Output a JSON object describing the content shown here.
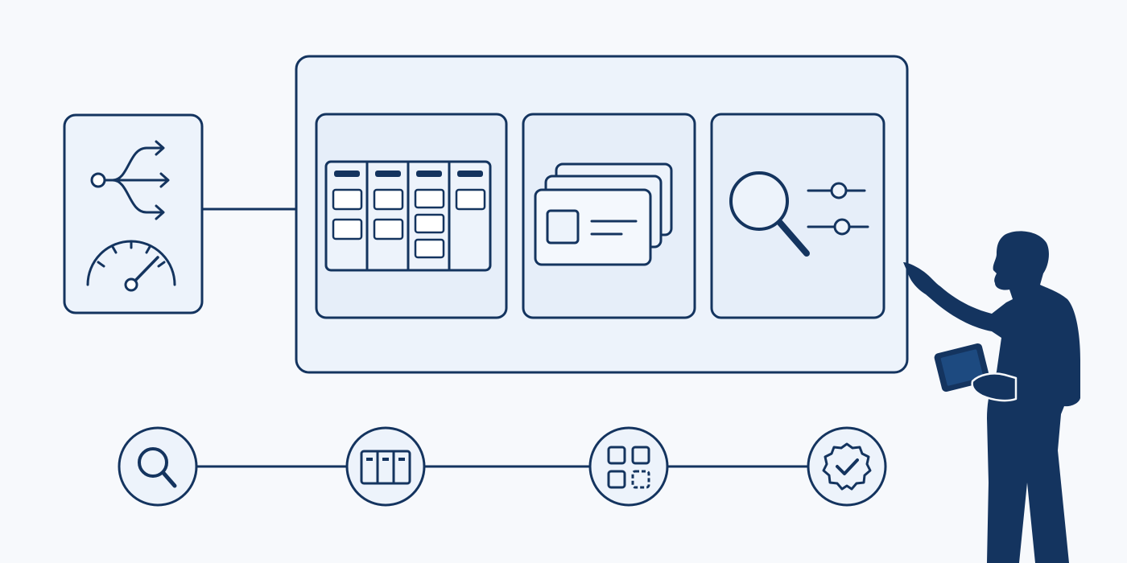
{
  "colors": {
    "ink": "#14345f",
    "panel_fill": "#edf3fb",
    "card_fill": "#e6eef9",
    "background": "#f7f9fc",
    "white": "#ffffff"
  },
  "left_card": {
    "icons": [
      "branching-arrows-icon",
      "speedometer-gauge-icon"
    ]
  },
  "main_panel": {
    "tiles": [
      {
        "name": "kanban-board",
        "icon": "kanban-board-icon",
        "columns": 4,
        "cards_per_column": [
          2,
          2,
          3,
          1
        ]
      },
      {
        "name": "stacked-cards",
        "icon": "stacked-cards-icon",
        "layers": 3
      },
      {
        "name": "search-filter",
        "icon": "search-filter-icon",
        "sliders": 2
      }
    ]
  },
  "timeline": {
    "steps": [
      {
        "icon": "search-icon"
      },
      {
        "icon": "kanban-columns-icon"
      },
      {
        "icon": "grid-dashed-icon"
      },
      {
        "icon": "verified-badge-icon"
      }
    ]
  },
  "person": {
    "icon": "presenter-with-tablet-icon"
  }
}
